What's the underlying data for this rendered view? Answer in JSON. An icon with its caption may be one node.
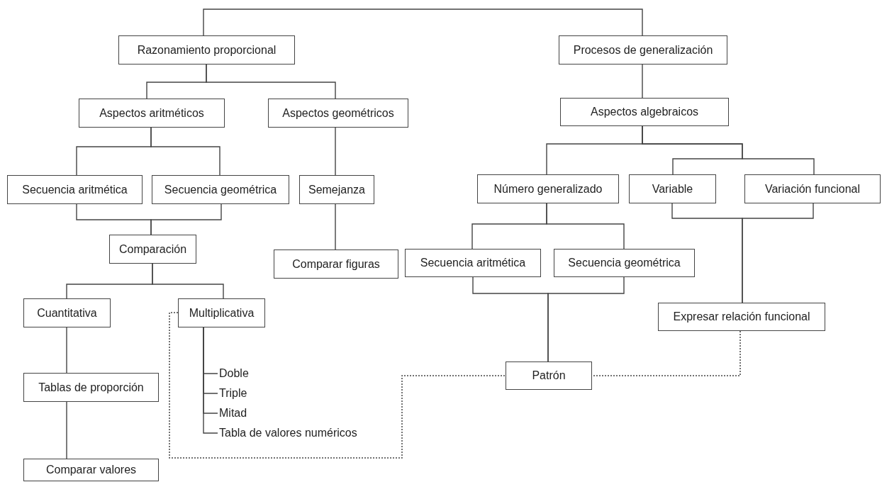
{
  "diagram": {
    "nodes": [
      {
        "text": [
          "Razonamiento proporcional"
        ]
      },
      {
        "text": [
          "Procesos de generalización"
        ]
      },
      {
        "text": [
          "Aspectos aritméticos"
        ]
      },
      {
        "text": [
          "Aspectos geométricos"
        ]
      },
      {
        "text": [
          "Aspectos algebraicos"
        ]
      },
      {
        "text": [
          "Secuencia aritmética"
        ]
      },
      {
        "text": [
          "Secuencia geométrica"
        ]
      },
      {
        "text": [
          "Semejanza"
        ]
      },
      {
        "text": [
          "Número generalizado"
        ]
      },
      {
        "text": [
          "Variable"
        ]
      },
      {
        "text": [
          "Variación funcional"
        ]
      },
      {
        "text": [
          "Comparación"
        ]
      },
      {
        "text": [
          "Comparar figuras"
        ]
      },
      {
        "text": [
          "Secuencia aritmética"
        ]
      },
      {
        "text": [
          "Secuencia geométrica"
        ]
      },
      {
        "text": [
          "Cuantitativa"
        ]
      },
      {
        "text": [
          "Multiplicativa"
        ]
      },
      {
        "text": [
          "Expresar relación funcional"
        ]
      },
      {
        "text": [
          "Tablas de proporción"
        ]
      },
      {
        "text": [
          "Patrón"
        ]
      },
      {
        "text": [
          "Comparar valores"
        ]
      },
      {
        "text": [
          "Doble"
        ]
      },
      {
        "text": [
          "Triple"
        ]
      },
      {
        "text": [
          "Mitad"
        ]
      },
      {
        "text": [
          "Tabla de valores numéricos"
        ]
      }
    ],
    "edges": [
      {
        "from": 0,
        "to": 1,
        "arrow": "none"
      },
      {
        "from": 0,
        "to": 2,
        "arrow": "none"
      },
      {
        "from": 0,
        "to": 3,
        "arrow": "none"
      },
      {
        "from": 1,
        "to": 4,
        "arrow": "none"
      },
      {
        "from": 2,
        "to": 5,
        "arrow": "none"
      },
      {
        "from": 2,
        "to": 6,
        "arrow": "none"
      },
      {
        "from": 3,
        "to": 7,
        "arrow": "none"
      },
      {
        "from": 4,
        "to": 8,
        "arrow": "none"
      },
      {
        "from": 4,
        "to": 9,
        "arrow": "none"
      },
      {
        "from": 4,
        "to": 10,
        "arrow": "none"
      },
      {
        "from": 5,
        "to": 11,
        "arrow": "none"
      },
      {
        "from": 6,
        "to": 11,
        "arrow": "none"
      },
      {
        "from": 7,
        "to": 12,
        "arrow": "none"
      },
      {
        "from": 8,
        "to": 13,
        "arrow": "none"
      },
      {
        "from": 8,
        "to": 14,
        "arrow": "none"
      },
      {
        "from": 9,
        "to": 17,
        "arrow": "none"
      },
      {
        "from": 10,
        "to": 17,
        "arrow": "none"
      },
      {
        "from": 11,
        "to": 15,
        "arrow": "none"
      },
      {
        "from": 11,
        "to": 16,
        "arrow": "none"
      },
      {
        "from": 13,
        "to": 19,
        "arrow": "none"
      },
      {
        "from": 14,
        "to": 19,
        "arrow": "none"
      },
      {
        "from": 15,
        "to": 18,
        "arrow": "none"
      },
      {
        "from": 18,
        "to": 20,
        "arrow": "none"
      },
      {
        "from": 16,
        "to": 21,
        "arrow": "none"
      },
      {
        "from": 16,
        "to": 22,
        "arrow": "none"
      },
      {
        "from": 16,
        "to": 23,
        "arrow": "none"
      },
      {
        "from": 16,
        "to": 24,
        "arrow": "none"
      },
      {
        "from": 16,
        "to": 19,
        "arrow": "none",
        "style": "dashed"
      },
      {
        "from": 17,
        "to": 19,
        "arrow": "none",
        "style": "dashed"
      }
    ]
  }
}
